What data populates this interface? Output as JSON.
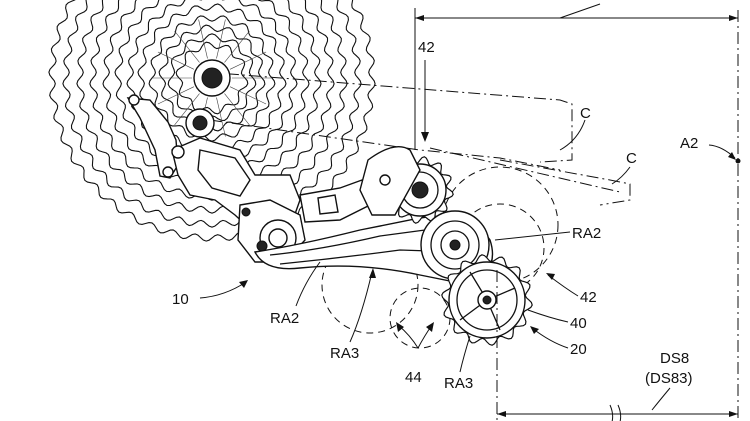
{
  "labels": {
    "l42_top": "42",
    "c_upper": "C",
    "c_lower": "C",
    "a2": "A2",
    "ra2_right": "RA2",
    "ten": "10",
    "l42_right": "42",
    "l40": "40",
    "ra2_left": "RA2",
    "l20": "20",
    "ra3_left": "RA3",
    "ds8": "DS8",
    "ds83": "(DS83)",
    "l44": "44",
    "ra3_bottom": "RA3"
  },
  "icons": {
    "cassette": "cassette-sprocket-drawing",
    "derailleur": "rear-derailleur-drawing"
  }
}
